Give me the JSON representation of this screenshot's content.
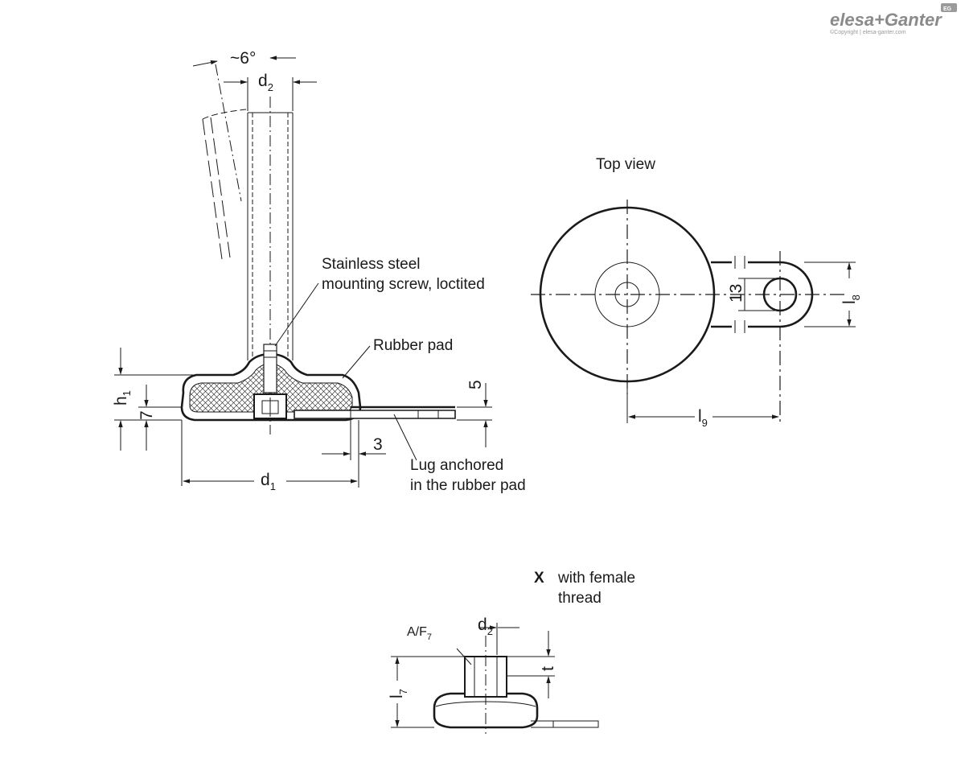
{
  "brand": {
    "logo_text": "elesa+Ganter",
    "badge": "EG",
    "copyright": "©Copyright | elesa-ganter.com"
  },
  "labels": {
    "angle": "~6°",
    "d2_top": "d",
    "d2_top_sub": "2",
    "screw_line1": "Stainless steel",
    "screw_line2": "mounting screw, loctited",
    "rubber_pad": "Rubber pad",
    "h1": "h",
    "h1_sub": "1",
    "dim_7": "7",
    "dim_5": "5",
    "dim_3": "3",
    "d1": "d",
    "d1_sub": "1",
    "lug_line1": "Lug anchored",
    "lug_line2": "in the rubber pad",
    "top_view": "Top view",
    "dim_13": "13",
    "l8": "l",
    "l8_sub": "8",
    "l9": "l",
    "l9_sub": "9",
    "x_mark": "X",
    "female_line1": "with female",
    "female_line2": "thread",
    "af": "A/F",
    "af_sub": "7",
    "d2_bottom": "d",
    "d2_bottom_sub": "2",
    "l7": "l",
    "l7_sub": "7",
    "t": "t"
  }
}
